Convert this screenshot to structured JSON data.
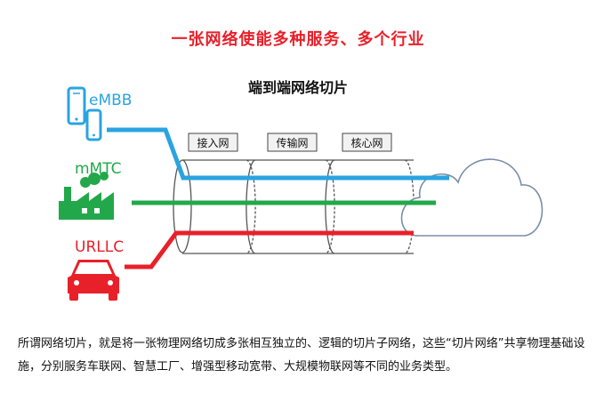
{
  "headline": "一张网络使能多种服务、多个行业",
  "subtitle": "端到端网络切片",
  "segments": [
    "接入网",
    "传输网",
    "核心网"
  ],
  "services": [
    {
      "label": "eMBB",
      "color": "#2aa4e0",
      "icon": "smartphone-icon"
    },
    {
      "label": "mMTC",
      "color": "#22a84a",
      "icon": "factory-icon"
    },
    {
      "label": "URLLC",
      "color": "#e8202a",
      "icon": "car-icon"
    }
  ],
  "caption": "所谓网络切片，就是将一张物理网络切成多张相互独立的、逻辑的切片子网络，这些“切片网络”共享物理基础设施，分别服务车联网、智慧工厂、增强型移动宽带、大规模物联网等不同的业务类型。",
  "colors": {
    "headline": "#e8202a",
    "tube": "#555555",
    "cloud_edge": "#7a8ea8"
  }
}
